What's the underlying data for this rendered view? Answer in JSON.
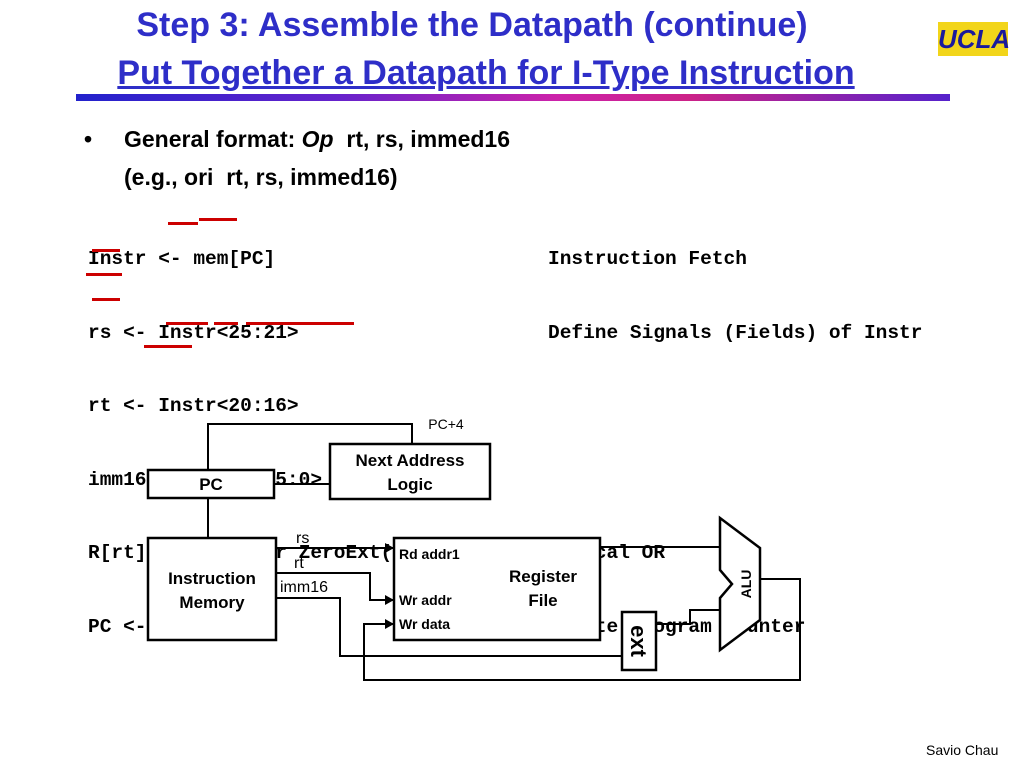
{
  "slide": {
    "title_line1": "Step 3: Assemble the Datapath (continue)",
    "title_line2": "Put Together a Datapath for I-Type Instruction",
    "logo_text": "UCLA",
    "bullet_symbol": "•",
    "format_label": "General format: ",
    "format_op": "Op",
    "format_rest": "  rt, rs, immed16",
    "example": "(e.g., ori  rt, rs, immed16)",
    "footer": "Savio Chau"
  },
  "code": {
    "left_lines": [
      "Instr <- mem[PC]",
      "rs <- Instr<25:21>",
      "rt <- Instr<20:16>",
      "imm16 <- Instr<15:0>",
      "R[rt] <- R[rs] or ZeroExt(imm16)",
      "PC <- PC + 4"
    ],
    "right_lines": [
      "Instruction Fetch",
      "Define Signals (Fields) of Instr",
      "",
      "",
      "Logical OR",
      "Update Program Counter"
    ]
  },
  "diagram": {
    "pc_label": "PC",
    "next_addr_line1": "Next Address",
    "next_addr_line2": "Logic",
    "pc_plus_4": "PC+4",
    "imem_line1": "Instruction",
    "imem_line2": "Memory",
    "sig_rs": "rs",
    "sig_rt": "rt",
    "sig_imm16": "imm16",
    "rf_rd_addr1": "Rd addr1",
    "rf_wr_addr": "Wr addr",
    "rf_wr_data": "Wr data",
    "rf_line1": "Register",
    "rf_line2": "File",
    "alu_label": "ALU",
    "ext_label": "ext"
  },
  "colors": {
    "title": "#2e2ec8",
    "underline_marks": "#cc0000",
    "logo_bg": "#f2d51a",
    "logo_text": "#1a1a9c"
  }
}
